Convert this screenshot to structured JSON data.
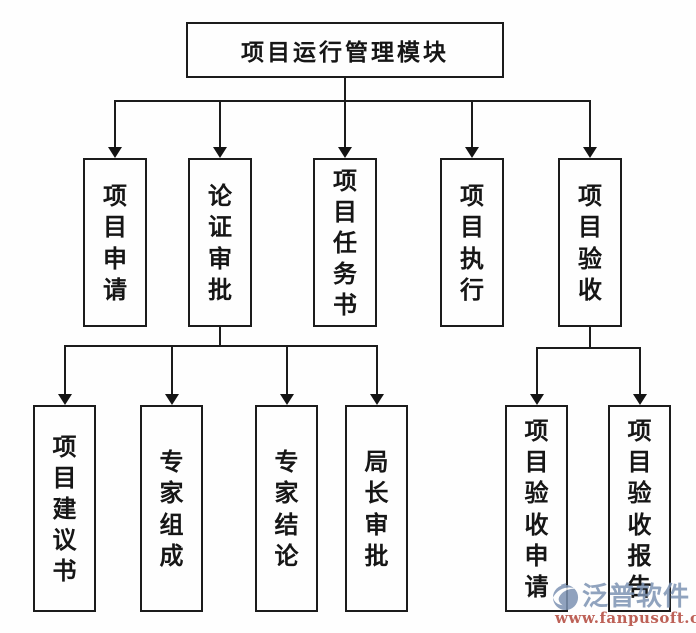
{
  "root": {
    "label": "项目运行管理模块"
  },
  "level2": [
    {
      "label": "项目申请"
    },
    {
      "label": "论证审批"
    },
    {
      "label": "项目任务书"
    },
    {
      "label": "项目执行"
    },
    {
      "label": "项目验收"
    }
  ],
  "level3": [
    {
      "label": "项目建议书"
    },
    {
      "label": "专家组成"
    },
    {
      "label": "专家结论"
    },
    {
      "label": "局长审批"
    },
    {
      "label": "项目验收申请"
    },
    {
      "label": "项目验收报告"
    }
  ],
  "watermark": {
    "brand": "泛普软件",
    "url": "www.fanpusoft.com",
    "brand_color": "#7d93b3",
    "url_color": "#b2453a"
  },
  "colors": {
    "background": "#fefefe",
    "box_border": "#1c1c1c",
    "line": "#1c1c1c",
    "text": "#161616"
  }
}
